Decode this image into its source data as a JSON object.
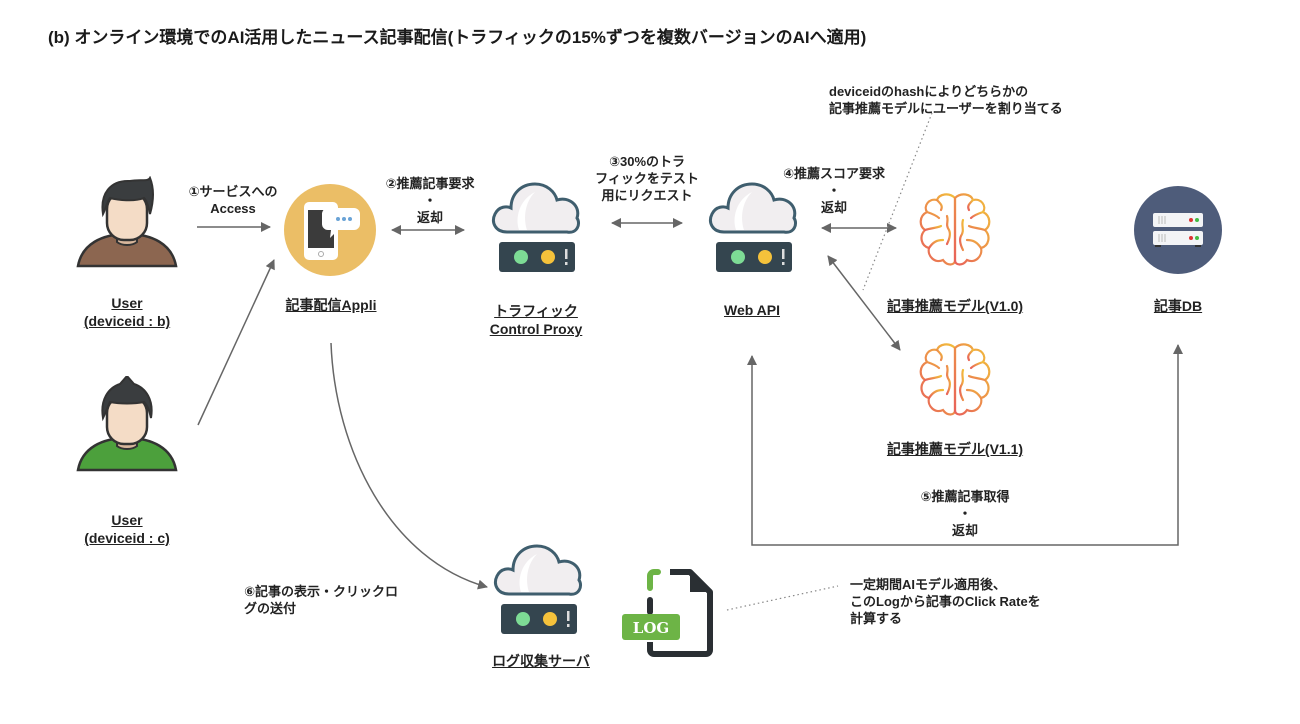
{
  "title": "(b) オンライン環境でのAI活用したニュース記事配信(トラフィックの15%ずつを複数バージョンのAIへ適用)",
  "nodes": {
    "user_b": {
      "line1": "User",
      "line2": "(deviceid : b)"
    },
    "user_c": {
      "line1": "User",
      "line2": "(deviceid : c)"
    },
    "app": {
      "label": "記事配信Appli"
    },
    "proxy": {
      "line1": "トラフィック",
      "line2": "Control Proxy"
    },
    "webapi": {
      "label": "Web API"
    },
    "model_v10": {
      "label": "記事推薦モデル(V1.0)"
    },
    "model_v11": {
      "label": "記事推薦モデル(V1.1)"
    },
    "db": {
      "label": "記事DB"
    },
    "log_server": {
      "label": "ログ収集サーバ"
    },
    "log_file": {
      "badge": "LOG"
    }
  },
  "edges": {
    "step1": {
      "line1": "①サービスへの",
      "line2": "Access"
    },
    "step2": {
      "line1": "②推薦記事要求",
      "line2": "・",
      "line3": "返却"
    },
    "step3": {
      "line1": "③30%のトラ",
      "line2": "フィックをテスト",
      "line3": "用にリクエスト"
    },
    "step4": {
      "line1": "④推薦スコア要求",
      "line2": "・",
      "line3": "返却"
    },
    "step5": {
      "line1": "⑤推薦記事取得",
      "line2": "・",
      "line3": "返却"
    },
    "step6": {
      "line1": "⑥記事の表示・クリックロ",
      "line2": "グの送付"
    }
  },
  "annotations": {
    "hash_note": {
      "line1": "deviceidのhashによりどちらかの",
      "line2": "記事推薦モデルにユーザーを割り当てる"
    },
    "ctr_note": {
      "line1": "一定期間AIモデル適用後、",
      "line2": "このLogから記事のClick Rateを",
      "line3": "計算する"
    }
  },
  "colors": {
    "arrow": "#666666",
    "app_circle": "#EBBE66",
    "db_circle": "#4E5C7A",
    "cloud_stroke": "#3F5E6E",
    "server_body": "#34454F",
    "light_green": "#7DDB95",
    "light_yellow": "#F5C23B",
    "user_b_shirt": "#8C6650",
    "user_c_shirt": "#4CA03C",
    "log_green": "#6DB446",
    "brain_start": "#E8605A",
    "brain_end": "#F2BF3A"
  }
}
